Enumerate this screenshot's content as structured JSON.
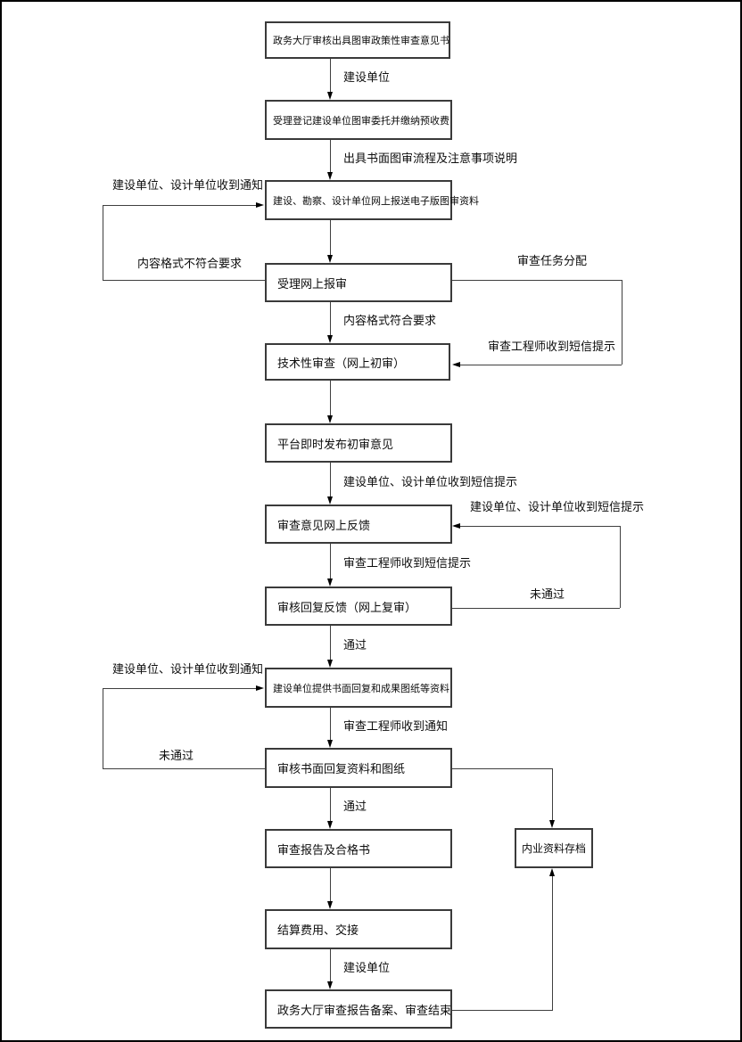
{
  "flowchart": {
    "steps": [
      {
        "label": "政务大厅审核出具图审政策性审查意见书"
      },
      {
        "label": "受理登记建设单位图审委托并缴纳预收费"
      },
      {
        "label": "建设、勘察、设计单位网上报送电子版图审资料"
      },
      {
        "label": "受理网上报审"
      },
      {
        "label": "技术性审查（网上初审）"
      },
      {
        "label": "平台即时发布初审意见"
      },
      {
        "label": "审查意见网上反馈"
      },
      {
        "label": "审核回复反馈（网上复审）"
      },
      {
        "label": "建设单位提供书面回复和成果图纸等资料"
      },
      {
        "label": "审核书面回复资料和图纸"
      },
      {
        "label": "审查报告及合格书"
      },
      {
        "label": "结算费用、交接"
      },
      {
        "label": "政务大厅审查报告备案、审查结束"
      }
    ],
    "archive": {
      "label": "内业资料存档"
    },
    "edge_labels": {
      "step1_step2": "建设单位",
      "step2_step3": "出具书面图审流程及注意事项说明",
      "step4_step5": "内容格式符合要求",
      "step6_step7": "建设单位、设计单位收到短信提示",
      "step7_step8": "审查工程师收到短信提示",
      "step8_step9": "通过",
      "step9_step10": "审查工程师收到通知",
      "step10_step11": "通过",
      "step12_step13": "建设单位"
    },
    "loop_labels": {
      "resubmit_notice": "建设单位、设计单位收到通知",
      "format_fail": "内容格式不符合要求",
      "assign_task": "审查任务分配",
      "engineer_sms": "审查工程师收到短信提示",
      "unit_sms": "建设单位、设计单位收到短信提示",
      "reject_online": "未通过",
      "reply_notice": "建设单位、设计单位收到通知",
      "reject_written": "未通过"
    },
    "colors": {
      "line": "#3f3f3f",
      "arrow": "#000000",
      "background": "#ffffff"
    }
  }
}
